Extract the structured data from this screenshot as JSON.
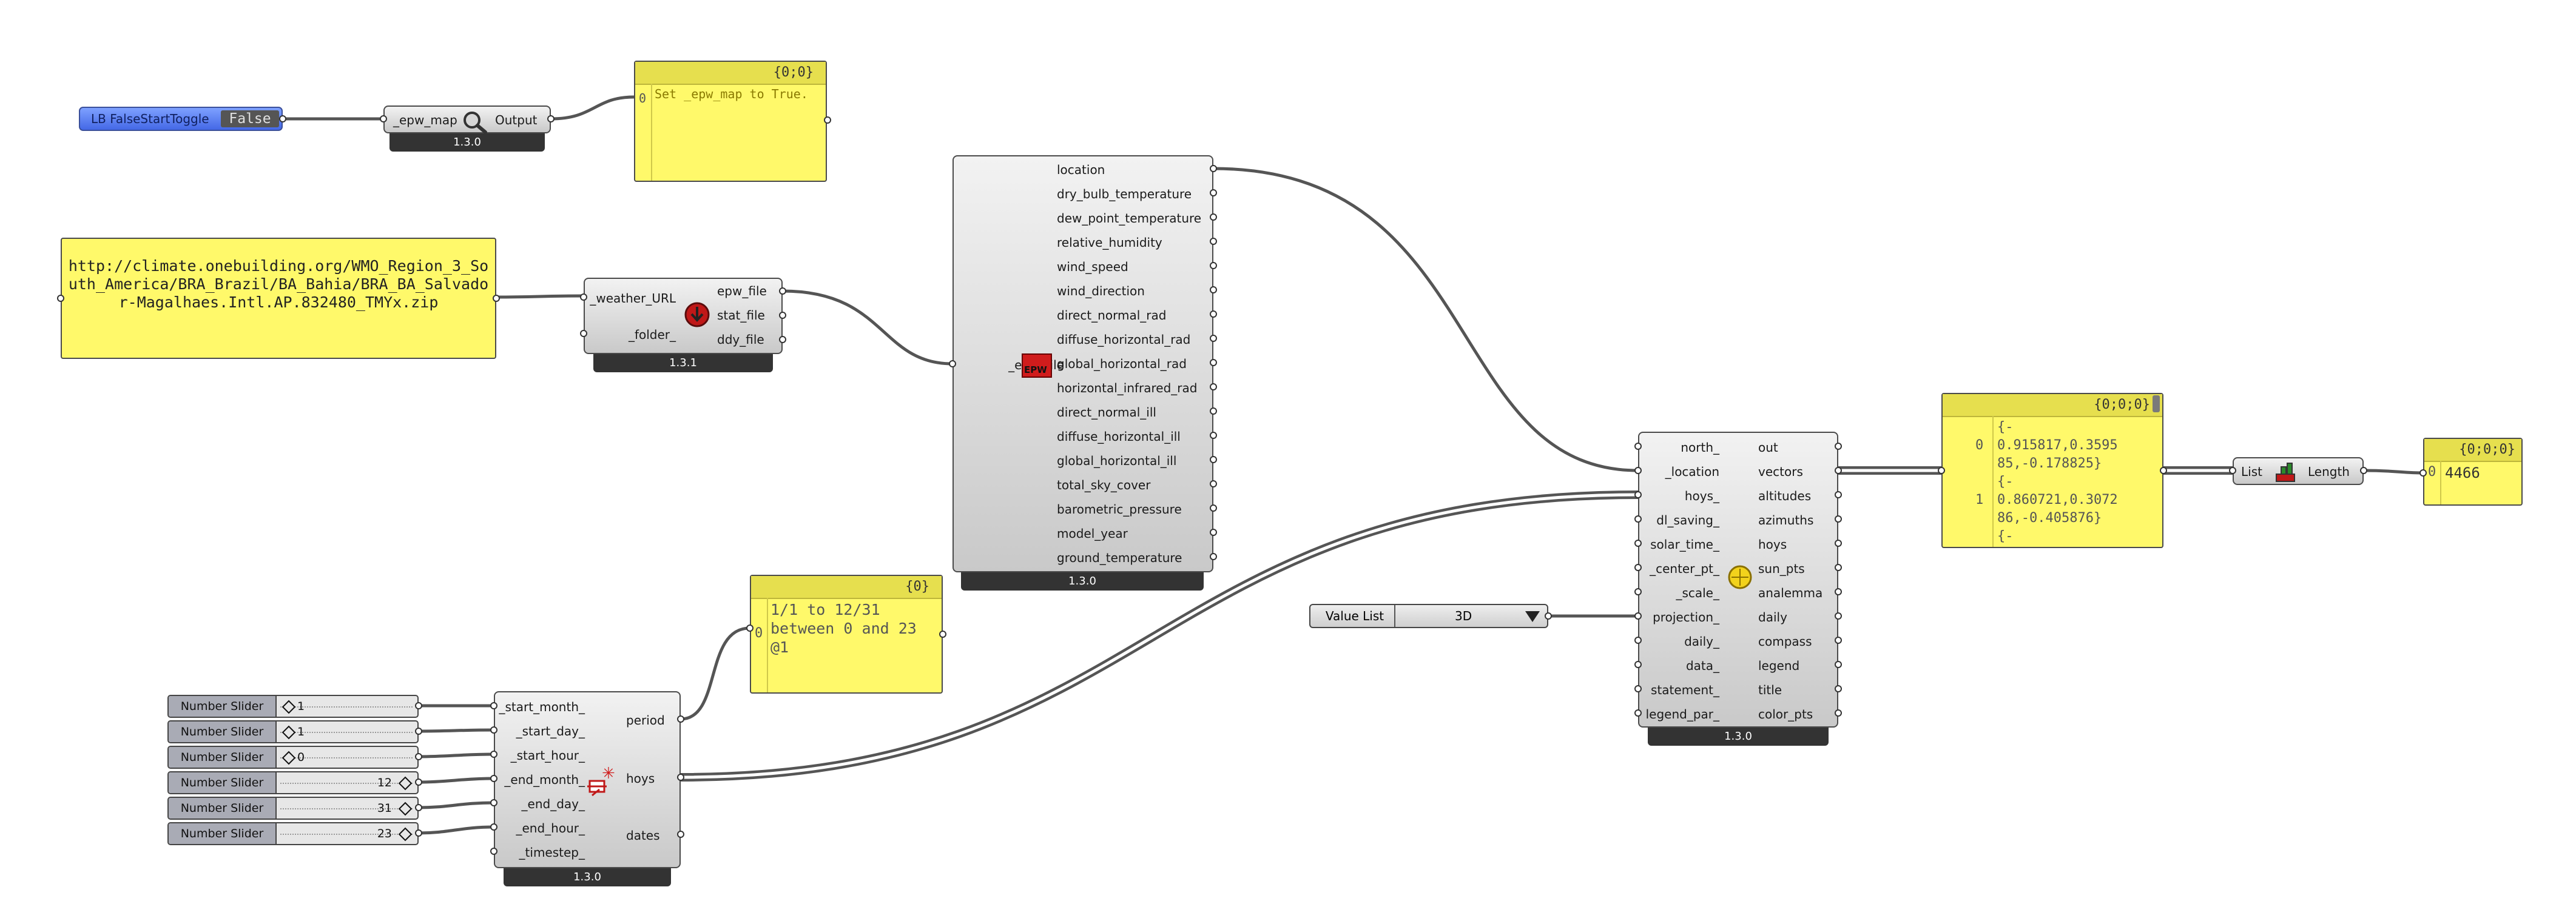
{
  "toggle": {
    "label": "LB FalseStartToggle",
    "value": "False"
  },
  "epw_map": {
    "input": "_epw_map",
    "output": "Output",
    "version": "1.3.0",
    "icon": "magnifier-icon"
  },
  "note_epw_map": {
    "path": "{0;0}",
    "index": "0",
    "text": "Set _epw_map to True."
  },
  "url_panel": {
    "text": "http://climate.onebuilding.org/WMO_Region_3_South_America/BRA_Brazil/BA_Bahia/BRA_BA_Salvador-Magalhaes.Intl.AP.832480_TMYx.zip"
  },
  "download": {
    "inputs": [
      "_weather_URL",
      "_folder_"
    ],
    "outputs": [
      "epw_file",
      "stat_file",
      "ddy_file"
    ],
    "version": "1.3.1",
    "icon": "download-icon"
  },
  "import_epw": {
    "input": "_epw_file",
    "outputs": [
      "location",
      "dry_bulb_temperature",
      "dew_point_temperature",
      "relative_humidity",
      "wind_speed",
      "wind_direction",
      "direct_normal_rad",
      "diffuse_horizontal_rad",
      "global_horizontal_rad",
      "horizontal_infrared_rad",
      "direct_normal_ill",
      "diffuse_horizontal_ill",
      "global_horizontal_ill",
      "total_sky_cover",
      "barometric_pressure",
      "model_year",
      "ground_temperature"
    ],
    "version": "1.3.0",
    "icon": "epw-icon",
    "icon_text": "EPW"
  },
  "sliders": [
    {
      "label": "Number Slider",
      "value": "1",
      "align": "left"
    },
    {
      "label": "Number Slider",
      "value": "1",
      "align": "left"
    },
    {
      "label": "Number Slider",
      "value": "0",
      "align": "left"
    },
    {
      "label": "Number Slider",
      "value": "12",
      "align": "right"
    },
    {
      "label": "Number Slider",
      "value": "31",
      "align": "right"
    },
    {
      "label": "Number Slider",
      "value": "23",
      "align": "right"
    }
  ],
  "analysis_period": {
    "inputs": [
      "_start_month_",
      "_start_day_",
      "_start_hour_",
      "_end_month_",
      "_end_day_",
      "_end_hour_",
      "_timestep_"
    ],
    "outputs": [
      "period",
      "hoys",
      "dates"
    ],
    "version": "1.3.0",
    "icon": "calendar-clock-icon"
  },
  "note_period": {
    "path": "{0}",
    "index": "0",
    "text": "1/1 to 12/31 between 0 and 23 @1"
  },
  "value_list": {
    "label": "Value List",
    "value": "3D"
  },
  "sunpath": {
    "inputs": [
      "north_",
      "_location",
      "hoys_",
      "dl_saving_",
      "solar_time_",
      "_center_pt_",
      "_scale_",
      "projection_",
      "daily_",
      "data_",
      "statement_",
      "legend_par_"
    ],
    "outputs": [
      "out",
      "vectors",
      "altitudes",
      "azimuths",
      "hoys",
      "sun_pts",
      "analemma",
      "daily",
      "compass",
      "legend",
      "title",
      "color_pts"
    ],
    "version": "1.3.0",
    "icon": "sun-icon"
  },
  "vectors_panel": {
    "path": "{0;0;0}",
    "rows": [
      {
        "index": "",
        "text": "{-"
      },
      {
        "index": "0",
        "text": "0.915817,0.3595"
      },
      {
        "index": "",
        "text": "85,-0.178825}"
      },
      {
        "index": "",
        "text": "{-"
      },
      {
        "index": "1",
        "text": "0.860721,0.3072"
      },
      {
        "index": "",
        "text": "86,-0.405876}"
      },
      {
        "index": "",
        "text": "{-"
      }
    ]
  },
  "list_length": {
    "input": "List",
    "output": "Length",
    "icon": "list-length-icon"
  },
  "length_panel": {
    "path": "{0;0;0}",
    "index": "0",
    "value": "4466"
  }
}
